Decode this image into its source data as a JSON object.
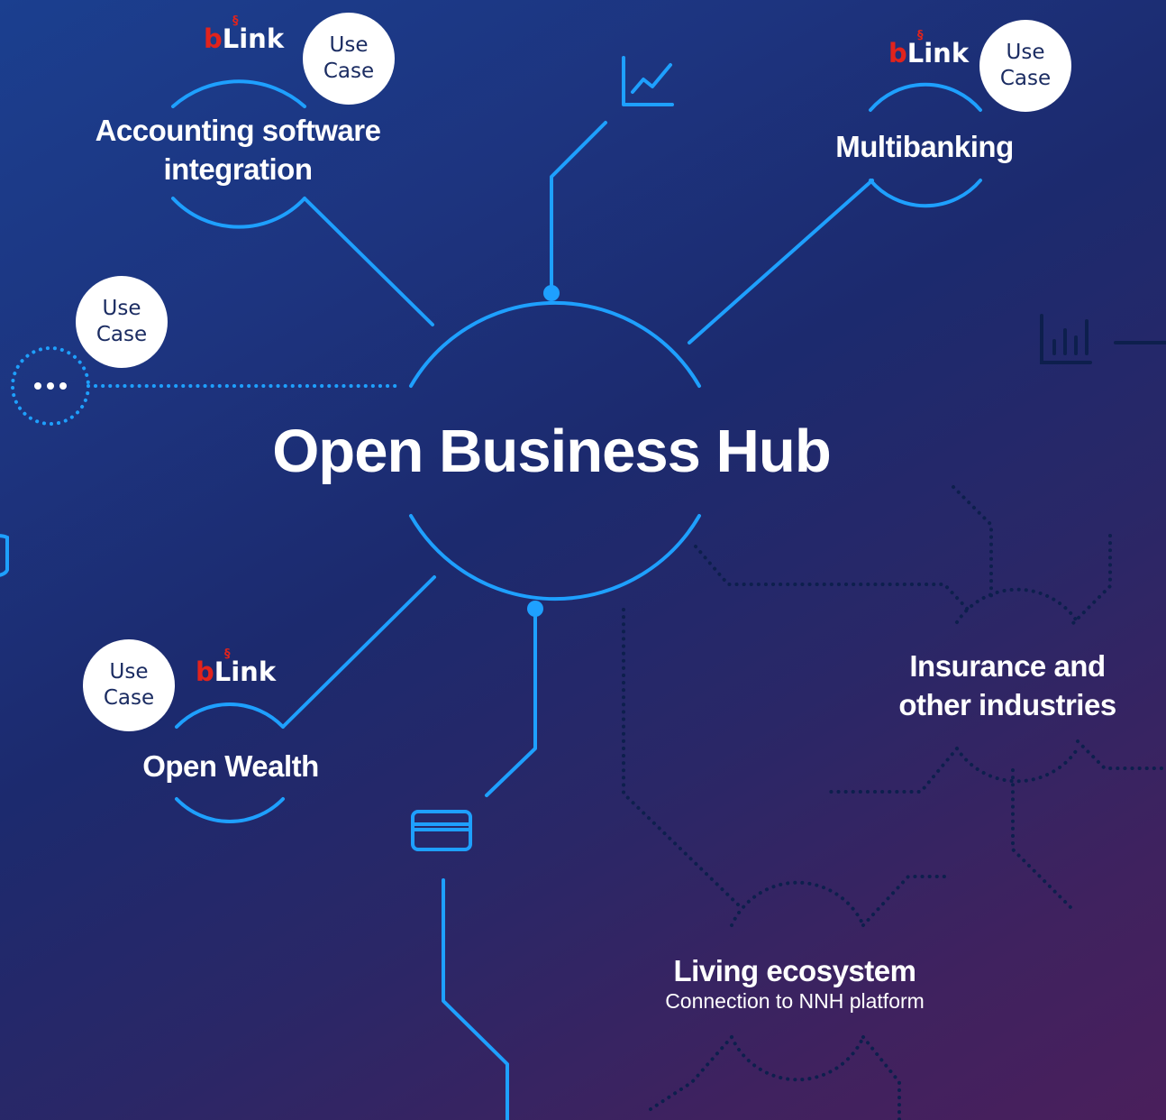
{
  "hub": {
    "title": "Open Business Hub"
  },
  "nodes": {
    "accounting": {
      "line1": "Accounting software",
      "line2": "integration",
      "badge": "Use Case",
      "brand_b": "b",
      "brand_rest": "Link"
    },
    "multibanking": {
      "title": "Multibanking",
      "badge": "Use Case",
      "brand_b": "b",
      "brand_rest": "Link"
    },
    "more": {
      "badge": "Use Case",
      "symbol": "•••"
    },
    "open_wealth": {
      "title": "Open Wealth",
      "badge": "Use Case",
      "brand_b": "b",
      "brand_rest": "Link"
    },
    "insurance": {
      "line1": "Insurance and",
      "line2": "other industries"
    },
    "ecosystem": {
      "title": "Living ecosystem",
      "subtitle": "Connection to NNH platform"
    }
  },
  "badge_lines": {
    "line1": "Use",
    "line2": "Case"
  },
  "icons": [
    "trending-chart-icon",
    "bar-chart-icon",
    "credit-card-icon",
    "database-icon",
    "more-dots-icon"
  ],
  "colors": {
    "accent_blue": "#1ea0ff",
    "dotted_navy": "#0d1f4d",
    "brand_red": "#e1231c",
    "badge_text": "#1b2c62"
  }
}
